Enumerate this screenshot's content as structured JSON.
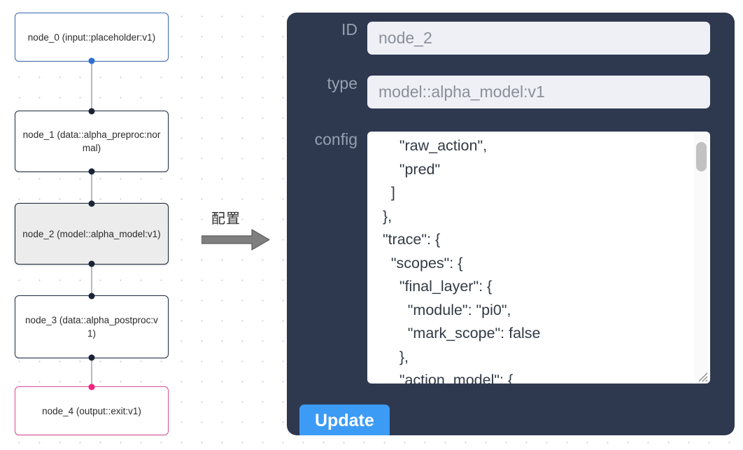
{
  "graph": {
    "nodes": [
      {
        "id": "node_0",
        "label": "node_0\n(input::placeholder:v1)",
        "kind": "input",
        "selected": false
      },
      {
        "id": "node_1",
        "label": "node_1\n(data::alpha_preproc:normal)",
        "kind": "default",
        "selected": false
      },
      {
        "id": "node_2",
        "label": "node_2\n(model::alpha_model:v1)",
        "kind": "default",
        "selected": true
      },
      {
        "id": "node_3",
        "label": "node_3\n(data::alpha_postproc:v1)",
        "kind": "default",
        "selected": false
      },
      {
        "id": "node_4",
        "label": "node_4\n(output::exit:v1)",
        "kind": "output",
        "selected": false
      }
    ],
    "colors": {
      "input_border": "#3c6bb5",
      "output_border": "#e24d93",
      "default_border": "#1f2a40",
      "selected_fill": "#ececec",
      "edge": "#b6b9c0",
      "handle": "#1b2436",
      "handle_blue": "#2f6fd0",
      "handle_pink": "#f0247f"
    }
  },
  "annotation": {
    "arrow_label": "配置",
    "arrow_color": "#7f7f7f"
  },
  "panel": {
    "background": "#2e3950",
    "fields": [
      {
        "label": "ID",
        "value": "node_2"
      },
      {
        "label": "type",
        "value": "model::alpha_model:v1"
      },
      {
        "label": "config",
        "value": ""
      }
    ],
    "id_label": "ID",
    "id_value": "node_2",
    "type_label": "type",
    "type_value": "model::alpha_model:v1",
    "config_label": "config",
    "config_value": "      \"raw_action\",\n      \"pred\"\n    ]\n  },\n  \"trace\": {\n    \"scopes\": {\n      \"final_layer\": {\n        \"module\": \"pi0\",\n        \"mark_scope\": false\n      },\n      \"action_model\": {",
    "update_label": "Update",
    "update_color": "#3c9bf5"
  }
}
